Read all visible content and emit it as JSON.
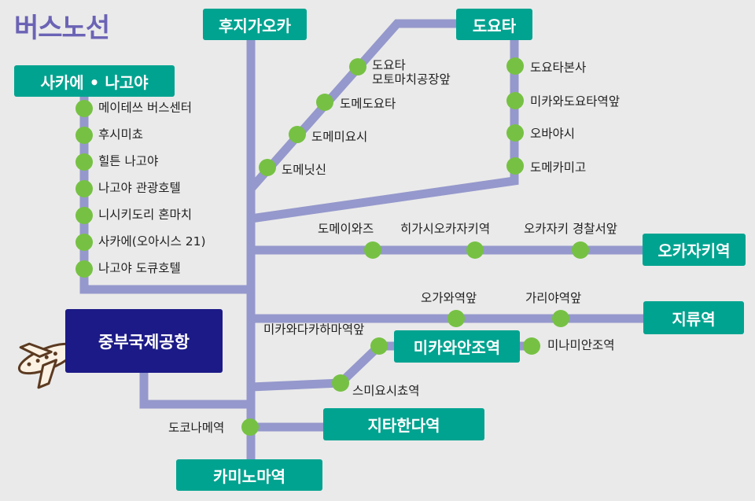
{
  "title": "버스노선",
  "terminals": {
    "sakae_nagoya": "사카에 • 나고야",
    "fujigaoka": "후지가오카",
    "toyota": "도요타",
    "okazaki": "오카자키역",
    "chiryu": "지류역",
    "mikawa_anjo": "미카와안조역",
    "chitahanda": "지타한다역",
    "kamino": "카미노마역",
    "airport": "중부국제공항"
  },
  "stops": {
    "meitetsu_bus_center": "메이테쓰 버스센터",
    "fushimi": "후시미쵸",
    "hilton": "힐튼 나고야",
    "kanko_hotel": "나고야 관광호텔",
    "nishiki": "니시키도리 혼마치",
    "oasis21": "사카에(오아시스 21)",
    "tokyu_hotel": "나고야 도큐호텔",
    "toyota_motomachi_line1": "도요타",
    "toyota_motomachi_line2": "모토마치공장앞",
    "tomei_toyota": "도메도요타",
    "tomei_miyoshi": "도메미요시",
    "tomei_nisshin": "도메닛신",
    "toyota_honsha": "도요타본사",
    "mikawa_toyota": "미카와도요타역앞",
    "obayashi": "오바야시",
    "tomei_kamigo": "도메카미고",
    "tomei_iwazu": "도메이와즈",
    "higashi_okazaki": "히가시오카자키역",
    "okazaki_police": "오카자키 경찰서앞",
    "ogawa": "오가와역앞",
    "kariya": "가리야역앞",
    "mikawa_takahama": "미카와다카하마역앞",
    "minami_anjo": "미나미안조역",
    "sumiyoshi": "스미요시쵸역",
    "tokoname": "도코나메역"
  },
  "colors": {
    "route": "#9598cc",
    "stop_dot": "#76c143",
    "terminal": "#00a390",
    "hub": "#1c1a87",
    "title": "#6b63b5",
    "background": "#eaeaea"
  },
  "icons": [
    "airplane-icon"
  ]
}
